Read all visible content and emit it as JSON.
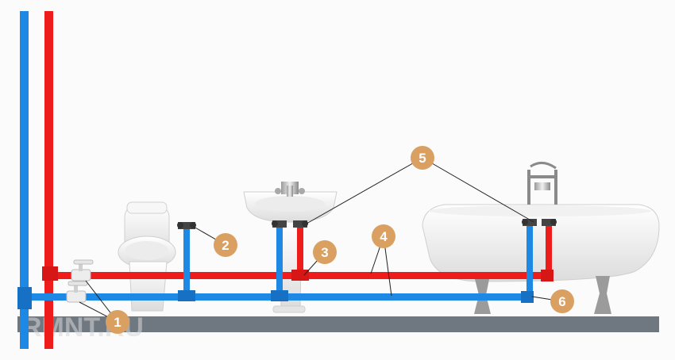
{
  "watermark": "RMNT.RU",
  "callouts": [
    {
      "id": "1",
      "text": "1"
    },
    {
      "id": "2",
      "text": "2"
    },
    {
      "id": "3",
      "text": "3"
    },
    {
      "id": "4",
      "text": "4"
    },
    {
      "id": "5",
      "text": "5"
    },
    {
      "id": "6",
      "text": "6"
    }
  ],
  "colors": {
    "cold_pipe": "#1e88e5",
    "hot_pipe": "#ef1c1c",
    "floor": "#6f7780",
    "callout_fill": "#d9a062",
    "fixture": "#f2f2f2"
  },
  "icons": [
    "toilet-icon",
    "sink-icon",
    "bathtub-icon",
    "valve-icon"
  ]
}
